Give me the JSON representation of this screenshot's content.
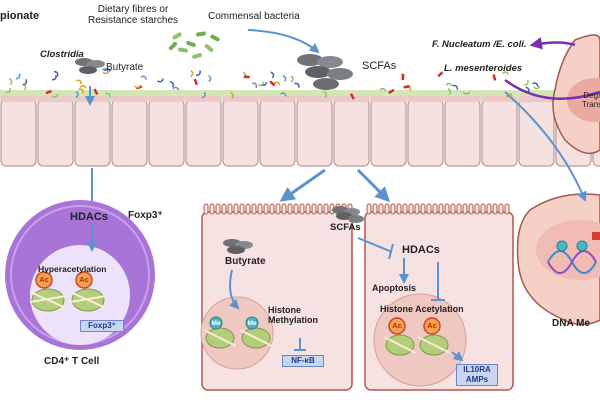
{
  "header_fragment": "pionate",
  "fibres_label": "Dietary fibres or\nResistance starches",
  "bacteria_label": "Commensal bacteria",
  "scfas_label": "SCFAs",
  "fuso_label": "F. Nucleatum /E. coli.",
  "lmes_label": "L. mesenteroides",
  "clostridia_label": "Clostridia",
  "butyrate_label": "Butyrate",
  "degr_fragment": "Degr\nTrans",
  "tcell": {
    "hdacs": "HDACs",
    "foxp3": "Foxp3⁺",
    "hyperacetylation": "Hyperacetylation",
    "ac": "Ac",
    "foxp3_box": "Foxp3⁺",
    "cell_label": "CD4⁺ T Cell"
  },
  "cell_mid": {
    "butyrate": "Butyrate",
    "histone_methylation": "Histone\nMethylation",
    "me": "Me",
    "nfkb": "NF-κB"
  },
  "cell_right": {
    "scfas": "SCFAs",
    "hdacs": "HDACs",
    "apoptosis": "Apoptosis",
    "histone_acetylation": "Histone Acetylation",
    "ac": "Ac",
    "targets": "IL10RA\nAMPs"
  },
  "dna_fragment": "DNA Me",
  "colors": {
    "epithelium": "#f6e1e1",
    "epithelium_border": "#b89a9a",
    "tcell_outer": "#a874d8",
    "tcell_inner": "#ece3fa",
    "cell_fill": "#f7e2e2",
    "tumor_fill": "#f5d0c6",
    "arrow": "#5b93cf",
    "purple_arrow": "#7a2fb2",
    "ac_fill": "#f5a24c",
    "me_fill": "#49b6c6",
    "box_fill": "#c9d6f2"
  }
}
